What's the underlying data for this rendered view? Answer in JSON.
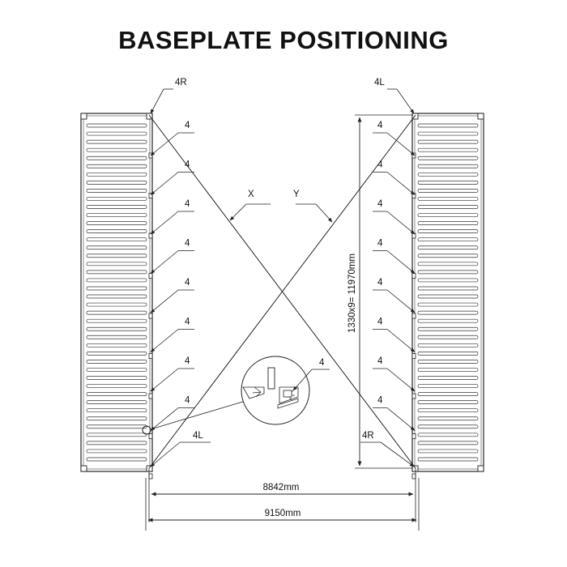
{
  "title": "BASEPLATE POSITIONING",
  "labels": {
    "corner_top_left": "4R",
    "corner_top_right": "4L",
    "corner_bottom_left": "4L",
    "corner_bottom_right": "4R",
    "intermediate": "4",
    "detail": "4",
    "diagonal_x": "X",
    "diagonal_y": "Y"
  },
  "dimensions": {
    "vertical": "1330x9= 11970mm",
    "inner_width": "8842mm",
    "outer_width": "9150mm"
  },
  "colors": {
    "line": "#222222",
    "text": "#111111",
    "background": "#ffffff"
  }
}
